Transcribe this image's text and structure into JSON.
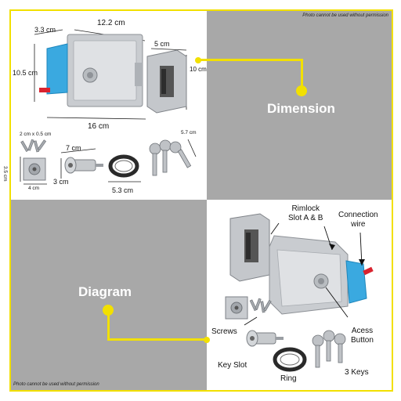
{
  "notices": {
    "top": "Photo cannot be used without permission",
    "bottom": "Photo cannot be used without permission"
  },
  "sections": {
    "dimension_title": "Dimension",
    "diagram_title": "Diagram"
  },
  "dimensions": {
    "width_top": "12.2 cm",
    "depth_left": "3.3 cm",
    "height_left": "10.5 cm",
    "strike_width": "5 cm",
    "strike_height": "10 cm",
    "total_length": "16 cm",
    "screws_size": "2 cm x 0.5 cm",
    "plate_height": "3.5 cm",
    "plate_width": "4 cm",
    "cylinder_length": "7 cm",
    "cylinder_dia": "3 cm",
    "ring_dia": "5.3 cm",
    "key_length": "5.7 cm"
  },
  "diagram_labels": {
    "rimlock_slot": "Rimlock\nSlot A & B",
    "connection_wire": "Connection\nwire",
    "access_button": "Acess\nButton",
    "screws": "Screws",
    "key_slot": "Key Slot",
    "ring": "Ring",
    "keys": "3 Keys"
  },
  "colors": {
    "accent_yellow": "#f2e000",
    "panel_grey": "#a8a8a8",
    "lock_blue": "#3aa9e0",
    "metal": "#c9ccd0"
  }
}
